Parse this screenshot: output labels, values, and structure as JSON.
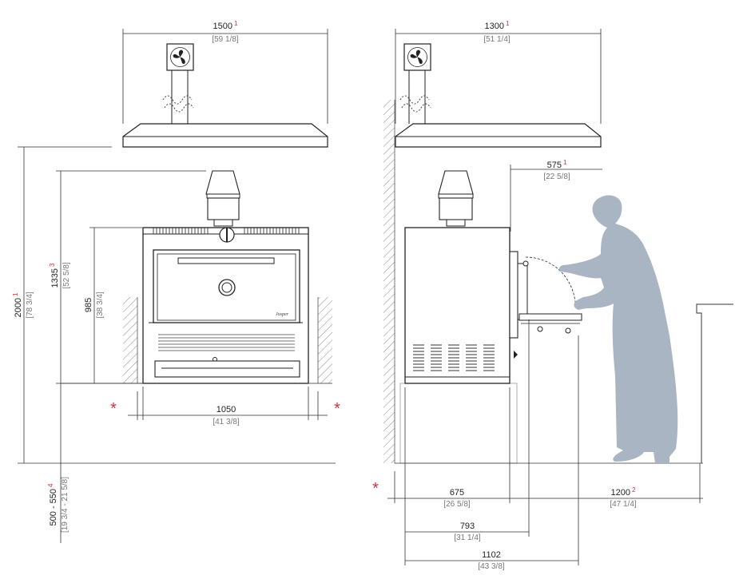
{
  "colors": {
    "line": "#222222",
    "dim": "#444444",
    "accent": "#d0303a",
    "person": "#aab5c3",
    "hatch": "#888888"
  },
  "icons": [
    "fan-icon",
    "smoke-icon"
  ],
  "front_view": {
    "hood_width": {
      "value": "1500",
      "note": "1",
      "imperial": "[59 1/8]"
    },
    "total_height": {
      "value": "2000",
      "note": "1",
      "imperial": "[78 3/4]"
    },
    "height_with_flue": {
      "value": "1335",
      "note": "3",
      "imperial": "[52 5/8]"
    },
    "body_height": {
      "value": "985",
      "imperial": "[38 3/4]"
    },
    "body_width": {
      "value": "1050",
      "imperial": "[41 3/8]"
    },
    "base_height": {
      "value": "500 - 550",
      "note": "4",
      "imperial": "[19 3/4 - 21 5/8]"
    },
    "brand_mark": "Josper",
    "clearance_marker": "*"
  },
  "side_view": {
    "hood_width": {
      "value": "1300",
      "note": "1",
      "imperial": "[51 1/4]"
    },
    "door_opening": {
      "value": "575",
      "note": "1",
      "imperial": "[22 5/8]"
    },
    "depth": {
      "value": "675",
      "imperial": "[26 5/8]"
    },
    "depth_with_handle": {
      "value": "793",
      "imperial": "[31 1/4]"
    },
    "depth_with_tray": {
      "value": "1102",
      "imperial": "[43 3/8]"
    },
    "work_space": {
      "value": "1200",
      "note": "2",
      "imperial": "[47 1/4]"
    },
    "clearance_marker": "*"
  }
}
